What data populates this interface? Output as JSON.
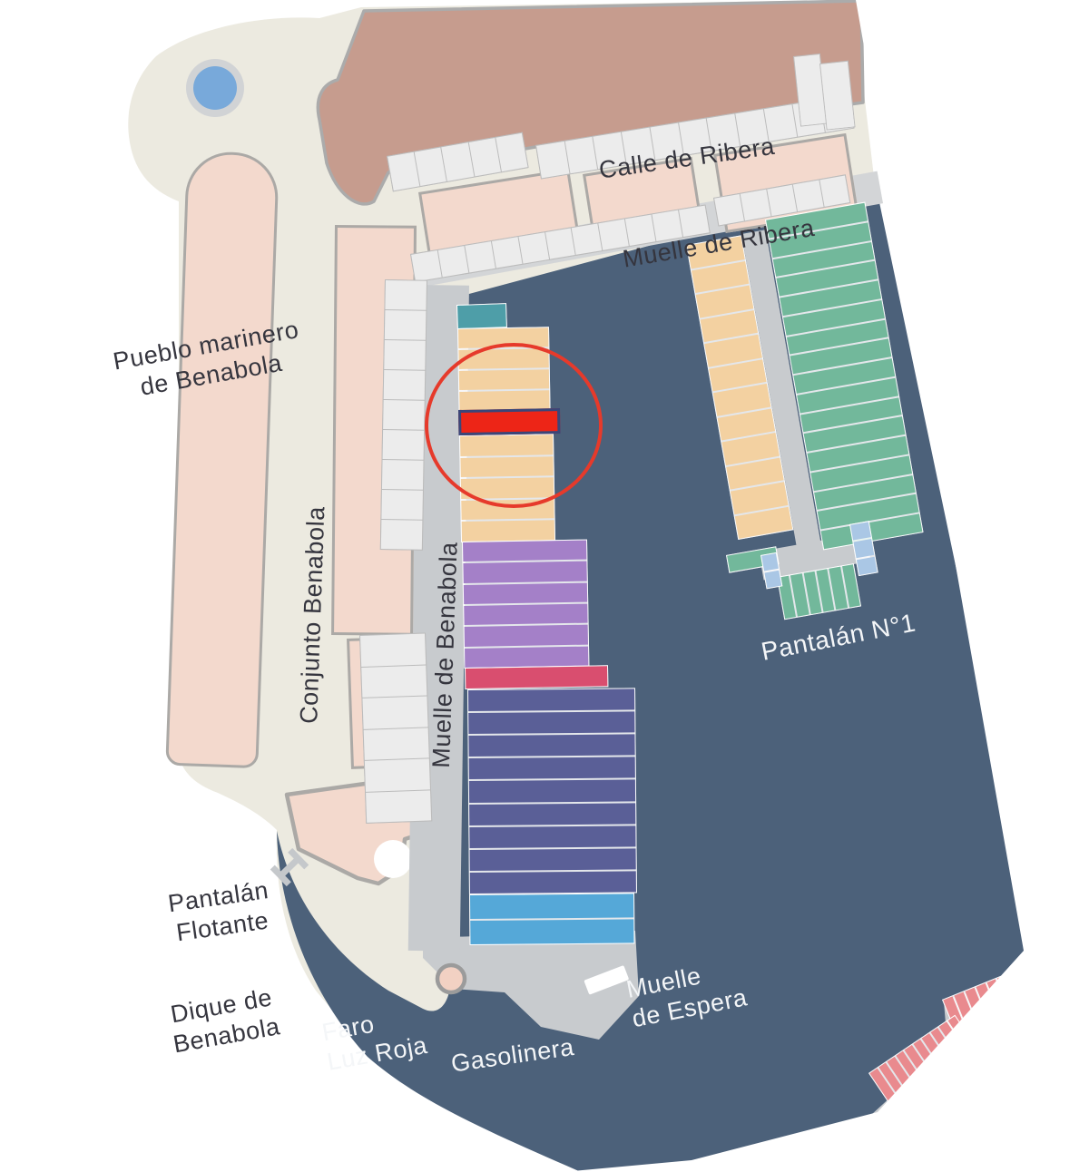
{
  "colors": {
    "water": "#4C617A",
    "land": "#ECEAE0",
    "quay": "#C8CBCE",
    "quay_light": "#D3D5D7",
    "building_brown": "#C69C8E",
    "building_pink": "#F3D9CD",
    "building_stroke": "#ABA9A6",
    "shop_fill": "#ECECEC",
    "shop_stroke": "#BCBCBC",
    "berth_tan": "#F3D1A1",
    "berth_green": "#72B89B",
    "berth_teal": "#4E9EA8",
    "berth_purple": "#A480C8",
    "berth_crimson": "#D94E6F",
    "berth_darkblue": "#5A5F97",
    "berth_lightblue": "#55A8D8",
    "berth_salmon": "#E98A8E",
    "berth_smallblue": "#AAC7E5",
    "highlight_red": "#ED2517",
    "highlight_border": "#3A4679",
    "annotation_red": "#E63A2B",
    "fountain_blue": "#78A9DA",
    "ring_gray": "#D1D3D5",
    "faro_pink": "#F2D1C3",
    "label_dark": "#35353E",
    "label_light": "#F4F6F8"
  },
  "labels": {
    "calle_de_ribera": "Calle de Ribera",
    "muelle_de_ribera": "Muelle de Ribera",
    "pueblo_marinero_line1": "Pueblo marinero",
    "pueblo_marinero_line2": "de Benabola",
    "conjunto_benabola": "Conjunto Benabola",
    "muelle_de_benabola": "Muelle de Benabola",
    "pantalan_n1": "Pantalán N°1",
    "pantalan_flotante_line1": "Pantalán",
    "pantalan_flotante_line2": "Flotante",
    "dique_line1": "Dique de",
    "dique_line2": "Benabola",
    "faro_line1": "Faro",
    "faro_line2": "Luz Roja",
    "gasolinera": "Gasolinera",
    "espera_line1": "Muelle",
    "espera_line2": "de Espera"
  },
  "structures": [
    {
      "id": "ribera-quay",
      "color": "quay_light"
    },
    {
      "id": "benabola-quay",
      "color": "quay"
    },
    {
      "id": "pantalan1-pier",
      "color": "quay"
    },
    {
      "id": "pantalan1-platform",
      "color": "quay"
    },
    {
      "id": "pueblo-marinero-building",
      "color": "building_pink"
    },
    {
      "id": "conjunto-building-a",
      "color": "building_pink"
    },
    {
      "id": "conjunto-building-b",
      "color": "building_pink"
    },
    {
      "id": "casa-ribera-1",
      "color": "building_pink"
    },
    {
      "id": "casa-ribera-2",
      "color": "building_pink"
    },
    {
      "id": "casa-ribera-3",
      "color": "building_pink"
    }
  ],
  "shop_strips": [
    {
      "id": "shops-calle-left",
      "units": 5
    },
    {
      "id": "shops-calle-right",
      "units": 11
    },
    {
      "id": "shops-brown-a",
      "units": 1
    },
    {
      "id": "shops-brown-b",
      "units": 1
    },
    {
      "id": "shops-ribera-a",
      "units": 11
    },
    {
      "id": "shops-ribera-b",
      "units": 5
    },
    {
      "id": "shops-benabola-a",
      "units": 9
    },
    {
      "id": "shops-benabola-b",
      "units": 6
    }
  ],
  "berth_zones": [
    {
      "id": "benabola-teal-cap",
      "color": "berth_teal",
      "berths": 1
    },
    {
      "id": "benabola-tan-upper",
      "color": "berth_tan",
      "berths": 4
    },
    {
      "id": "benabola-tan-lower",
      "color": "berth_tan",
      "berths": 5
    },
    {
      "id": "benabola-purple",
      "color": "berth_purple",
      "berths": 6
    },
    {
      "id": "benabola-crimson",
      "color": "berth_crimson",
      "berths": 1
    },
    {
      "id": "benabola-darkblue",
      "color": "berth_darkblue",
      "berths": 9
    },
    {
      "id": "benabola-lightblue",
      "color": "berth_lightblue",
      "berths": 2
    },
    {
      "id": "pantalan1-tan",
      "color": "berth_tan",
      "berths": 12
    },
    {
      "id": "pantalan1-green",
      "color": "berth_green",
      "berths": 17
    },
    {
      "id": "pantalan1-jut-green",
      "color": "berth_green",
      "berths": 1
    },
    {
      "id": "pantalan1-end-green",
      "color": "berth_green",
      "berths": 6
    },
    {
      "id": "pantalan1-smallblue-a",
      "color": "berth_smallblue",
      "berths": 2
    },
    {
      "id": "pantalan1-smallblue-b",
      "color": "berth_smallblue",
      "berths": 3
    },
    {
      "id": "levante-salmon-upper",
      "color": "berth_salmon",
      "berths": 8
    },
    {
      "id": "levante-salmon-lower",
      "color": "berth_salmon",
      "berths": 10
    }
  ],
  "highlight": {
    "id": "benabola-highlight-berth",
    "color": "highlight_red",
    "berths": 1
  }
}
